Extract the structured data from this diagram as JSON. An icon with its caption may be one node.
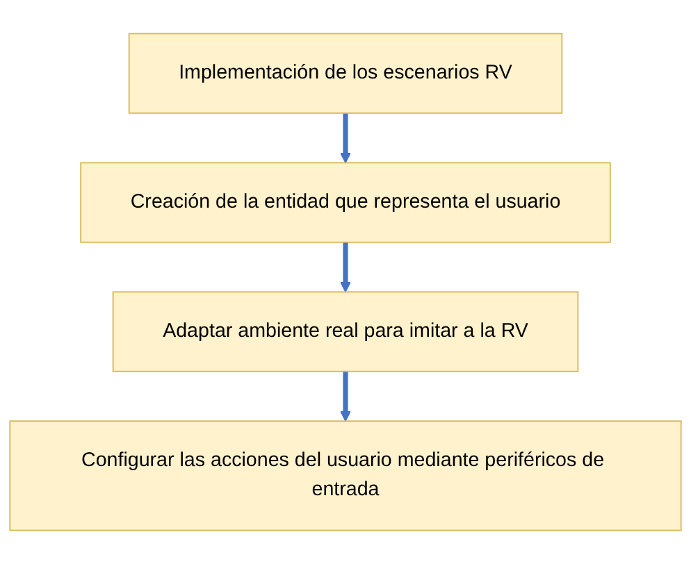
{
  "diagram": {
    "nodes": [
      {
        "text": [
          "Implementación de los escenarios RV"
        ]
      },
      {
        "text": [
          "Creación de la entidad que representa el usuario"
        ]
      },
      {
        "text": [
          "Adaptar ambiente real para imitar a la RV"
        ]
      },
      {
        "text": [
          "Configurar las acciones del usuario mediante periféricos de entrada"
        ]
      }
    ],
    "edges": [
      {
        "from": 0,
        "to": 1,
        "arrow": "to"
      },
      {
        "from": 1,
        "to": 2,
        "arrow": "to"
      },
      {
        "from": 2,
        "to": 3,
        "arrow": "to"
      }
    ]
  }
}
